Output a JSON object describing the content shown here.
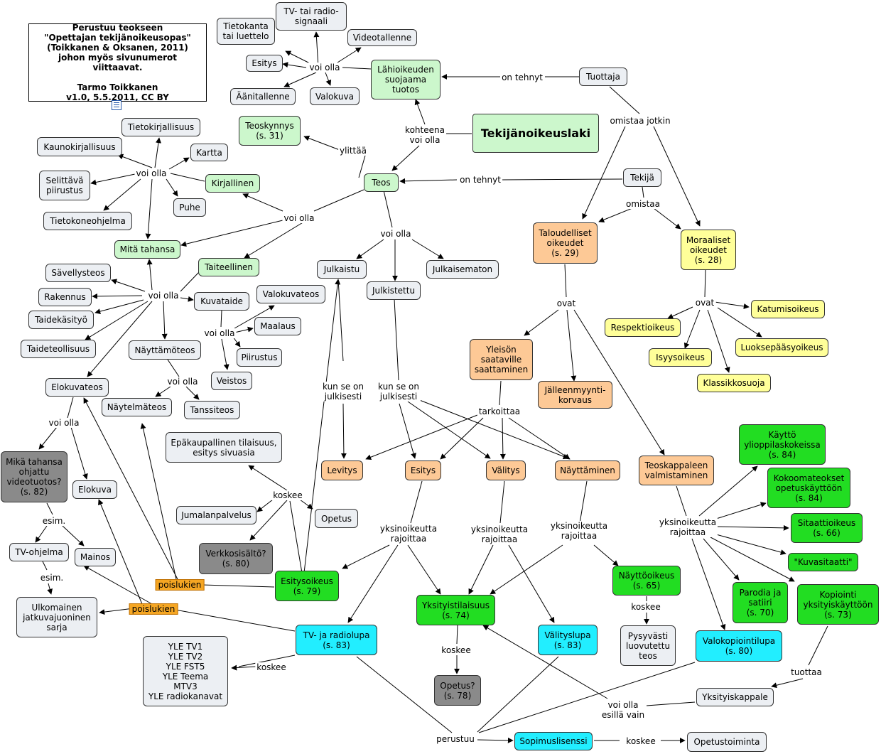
{
  "nodes": {
    "info": "Perustuu teokseen\n\"Opettajan tekijänoikeusopas\"\n(Toikkanen & Oksanen, 2011)\njohon myös sivunumerot viittaavat.\n\nTarmo Toikkanen\nv1.0, 5.5.2011, CC BY",
    "tietokanta": "Tietokanta\ntai luettelo",
    "tv_radiosignaali": "TV- tai radio-\nsignaali",
    "videotallenne": "Videotallenne",
    "esitys_top": "Esitys",
    "aanitallenne": "Äänitallenne",
    "valokuva": "Valokuva",
    "lahioikeuden": "Lähioikeuden\nsuojaama\ntuotos",
    "tuottaja": "Tuottaja",
    "tekijanoikeuslaki": "Tekijänoikeuslaki",
    "teoskynnys": "Teoskynnys\n(s. 31)",
    "tietokirjallisuus": "Tietokirjallisuus",
    "kaunokirjallisuus": "Kaunokirjallisuus",
    "kartta": "Kartta",
    "selittava": "Selittävä\npiirustus",
    "kirjallinen": "Kirjallinen",
    "puhe": "Puhe",
    "tietokoneohjelma": "Tietokoneohjelma",
    "teos": "Teos",
    "tekija": "Tekijä",
    "mita_tahansa": "Mitä tahansa",
    "taiteellinen": "Taiteellinen",
    "julkaistu": "Julkaistu",
    "julkistettu": "Julkistettu",
    "julkaisematon": "Julkaisematon",
    "taloudelliset": "Taloudelliset\noikeudet\n(s. 29)",
    "moraaliset": "Moraaliset\noikeudet\n(s. 28)",
    "savellysteos": "Sävellysteos",
    "rakennus": "Rakennus",
    "taidekasityo": "Taidekäsityö",
    "taideteollisuus": "Taideteollisuus",
    "kuvataide": "Kuvataide",
    "valokuvateos": "Valokuvateos",
    "maalaus": "Maalaus",
    "piirustus": "Piirustus",
    "veistos": "Veistos",
    "nayttamoteos": "Näyttämöteos",
    "elokuvateos": "Elokuvateos",
    "naytelmateos": "Näytelmäteos",
    "tanssiteos": "Tanssiteos",
    "katumisoikeus": "Katumisoikeus",
    "respektioikeus": "Respektioikeus",
    "luoksepaasyoikeus": "Luoksepääsyoikeus",
    "isyysoikeus": "Isyysoikeus",
    "klassikkosuoja": "Klassikkosuoja",
    "yleison_saataville": "Yleisön\nsaataville\nsaattaminen",
    "jalleenmyynti": "Jälleenmyynti-\nkorvaus",
    "epakaupallinen": "Epäkaupallinen tilaisuus,\nesitys sivuasia",
    "mika_tahansa_ohjattu": "Mikä tahansa\nohjattu\nvideotuotos?\n(s. 82)",
    "elokuva": "Elokuva",
    "levitys": "Levitys",
    "esitys": "Esitys",
    "valitys": "Välitys",
    "nayttaminen": "Näyttäminen",
    "teoskappaleen": "Teoskappaleen\nvalmistaminen",
    "kaytto_ylioppilas": "Käyttö\nylioppilaskokeissa\n(s. 84)",
    "kokoomateokset": "Kokoomateokset\nopetuskäyttöön\n(s. 84)",
    "sitaattioikeus": "Sitaattioikeus\n(s. 66)",
    "kuvasitaatti": "\"Kuvasitaatti\"",
    "jumalanpalvelus": "Jumalanpalvelus",
    "opetus": "Opetus",
    "tv_ohjelma": "TV-ohjelma",
    "mainos": "Mainos",
    "verkkosisalto": "Verkkosisältö?\n(s. 80)",
    "esitysoikeus": "Esitysoikeus\n(s. 79)",
    "nayttooikeus": "Näyttöoikeus\n(s. 65)",
    "yksityistilaisuus": "Yksityistilaisuus\n(s. 74)",
    "parodia": "Parodia ja\nsatiiri\n(s. 70)",
    "kopiointi": "Kopiointi\nyksityiskäyttöön\n(s. 73)",
    "ulkomainen": "Ulkomainen\njatkuvajuoninen\nsarja",
    "tv_radiolupa": "TV- ja radiolupa\n(s. 83)",
    "valityslupa": "Välityslupa\n(s. 83)",
    "valokopiointilupa": "Valokopiointilupa\n(s. 80)",
    "pysyvasti": "Pysyvästi\nluovutettu\nteos",
    "yle_kanavat": "YLE TV1\nYLE TV2\nYLE FST5\nYLE Teema\nMTV3\nYLE radiokanavat",
    "opetus_78": "Opetus?\n(s. 78)",
    "yksityiskappale": "Yksityiskappale",
    "sopimuslisenssi": "Sopimuslisenssi",
    "opetustoiminta": "Opetustoiminta"
  },
  "labels": {
    "voi_olla_top": "voi olla",
    "on_tehnyt_1": "on tehnyt",
    "kohteena": "kohteena\nvoi olla",
    "omistaa_jotkin": "omistaa jotkin",
    "ylittaa": "ylittää",
    "voi_olla_kirj": "voi olla",
    "on_tehnyt_2": "on tehnyt",
    "omistaa": "omistaa",
    "voi_olla_teos": "voi olla",
    "voi_olla_teos2": "voi olla",
    "voi_olla_julk": "voi olla",
    "voi_olla_taide": "voi olla",
    "ovat_1": "ovat",
    "ovat_2": "ovat",
    "voi_olla_kuva": "voi olla",
    "kun_julkisesti_1": "kun se on\njulkisesti",
    "kun_julkisesti_2": "kun se on\njulkisesti",
    "voi_olla_nayt": "voi olla",
    "voi_olla_elok": "voi olla",
    "tarkoittaa": "tarkoittaa",
    "koskee_1": "koskee",
    "esim_1": "esim.",
    "yksin_1": "yksinoikeutta\nrajoittaa",
    "yksin_2": "yksinoikeutta\nrajoittaa",
    "yksin_3": "yksinoikeutta\nrajoittaa",
    "yksin_4": "yksinoikeutta\nrajoittaa",
    "esim_2": "esim.",
    "koskee_2": "koskee",
    "koskee_3": "koskee",
    "koskee_4": "koskee",
    "tuottaa": "tuottaa",
    "voi_olla_esilla": "voi olla\nesillä vain",
    "perustuu": "perustuu",
    "koskee_5": "koskee"
  },
  "exclusions": {
    "poislukien_1": "poislukien",
    "poislukien_2": "poislukien"
  },
  "colors": {
    "light_green": "#ccf7cc",
    "green": "#22dd22",
    "orange": "#fdc996",
    "yellow": "#ffff99",
    "cyan": "#22eeff",
    "dark_gray": "#8a8a8a",
    "light_gray": "#eceff3",
    "exclusion": "#f5a623"
  },
  "icons": {
    "info_note": "note-icon"
  }
}
